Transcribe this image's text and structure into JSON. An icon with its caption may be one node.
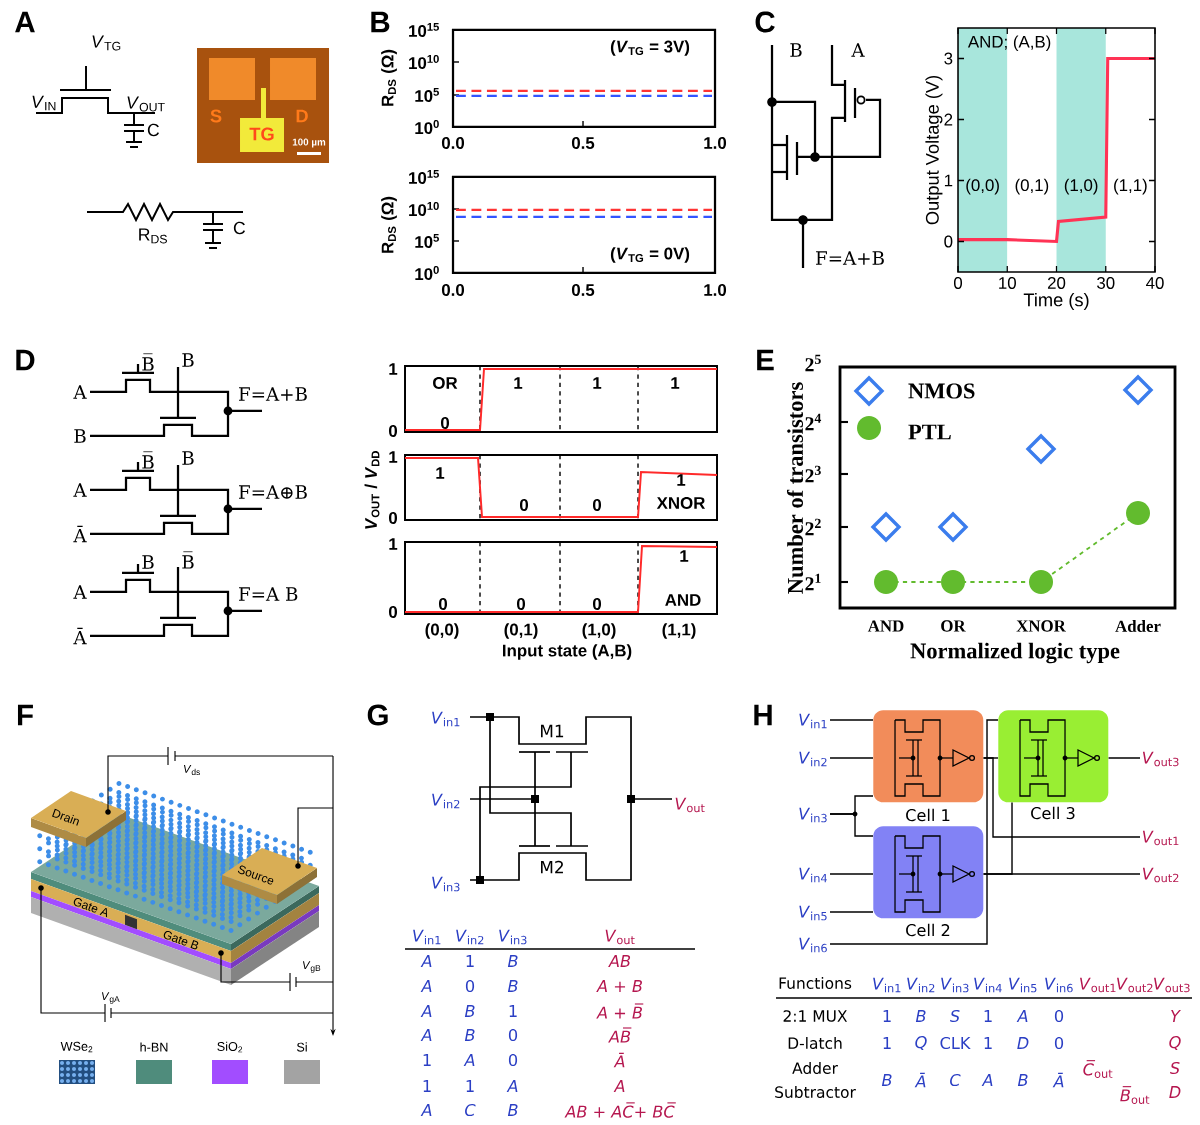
{
  "diagram": {
    "nodes": [
      {
        "text": [
          "Cell 1"
        ]
      },
      {
        "text": [
          "Cell 2"
        ]
      },
      {
        "text": [
          "Cell 3"
        ]
      },
      {
        "text": [
          "*V*$_{in1}$"
        ]
      },
      {
        "text": [
          "*V*$_{in2}$"
        ]
      },
      {
        "text": [
          "*V*$_{in3}$"
        ]
      },
      {
        "text": [
          "*V*$_{in4}$"
        ]
      },
      {
        "text": [
          "*V*$_{in5}$"
        ]
      },
      {
        "text": [
          "*V*$_{in6}$"
        ]
      },
      {
        "text": [
          "*V*$_{out3}$"
        ]
      },
      {
        "text": [
          "*V*$_{out1}$"
        ]
      },
      {
        "text": [
          "*V*$_{out2}$"
        ]
      }
    ],
    "edges": [
      {
        "from": 3,
        "to": 0,
        "arrow": "none"
      },
      {
        "from": 4,
        "to": 0,
        "arrow": "none"
      },
      {
        "from": 5,
        "to": 0,
        "arrow": "none"
      },
      {
        "from": 5,
        "to": 1,
        "arrow": "none"
      },
      {
        "from": 6,
        "to": 1,
        "arrow": "none"
      },
      {
        "from": 7,
        "to": 1,
        "arrow": "none"
      },
      {
        "from": 8,
        "to": 2,
        "arrow": "none"
      },
      {
        "from": 0,
        "to": 2,
        "arrow": "none"
      },
      {
        "from": 0,
        "to": 10,
        "arrow": "none"
      },
      {
        "from": 1,
        "to": 2,
        "arrow": "none"
      },
      {
        "from": 1,
        "to": 11,
        "arrow": "none"
      },
      {
        "from": 2,
        "to": 9,
        "arrow": "none"
      }
    ],
    "labels": [
      "A",
      "B",
      "C",
      "D",
      "E",
      "F",
      "G",
      "H",
      "*V*$_{TG}$",
      "*V*$_{IN}$",
      "*V*$_{OUT}$",
      "C",
      "S",
      "D",
      "TG",
      "100 µm",
      "R$_{DS}$",
      "C",
      "10$^{15}$",
      "10$^{10}$",
      "10$^{5}$",
      "10$^{0}$",
      "R$_{DS}$ (Ω)",
      "(*V*$_{TG}$ = 3V)",
      "0.0",
      "0.5",
      "1.0",
      "10$^{15}$",
      "10$^{10}$",
      "10$^{5}$",
      "10$^{0}$",
      "R$_{DS}$ (Ω)",
      "(*V*$_{TG}$ = 0V)",
      "0.0",
      "0.5",
      "1.0",
      "B",
      "A",
      "F=A+B",
      "B̅",
      "B",
      "A",
      "F=A+B",
      "B",
      "B̅",
      "B",
      "A",
      "F=A⊕B",
      "Ā",
      "B",
      "B̅",
      "A",
      "F=A B",
      "Ā",
      "1",
      "0",
      "OR",
      "0",
      "1",
      "1",
      "1",
      "1",
      "0",
      "1",
      "0",
      "0",
      "1",
      "XNOR",
      "1",
      "0",
      "0",
      "0",
      "0",
      "1",
      "AND",
      "(0,0)",
      "(0,1)",
      "(1,0)",
      "(1,1)",
      "Input state (A,B)",
      "*V*$_{OUT}$ / *V*$_{DD}$",
      "2$^{5}$",
      "2$^{4}$",
      "2$^{3}$",
      "2$^{2}$",
      "2$^{1}$",
      "Number of transistors",
      "AND",
      "OR",
      "XNOR",
      "Adder",
      "Normalized logic type",
      "*V*$_{ds}$",
      "Drain",
      "Source",
      "Gate A",
      "Gate B",
      "*V*$_{gB}$",
      "*V*$_{gA}$",
      "*V*$_{in1}$",
      "M1",
      "*V*$_{in2}$",
      "*V*$_{out}$",
      "*V*$_{in3}$",
      "M2",
      "*V*$_{in1}$",
      "*V*$_{in2}$",
      "*V*$_{in3}$",
      "*V*$_{out}$",
      "A",
      "1",
      "B",
      "AB",
      "A",
      "0",
      "B",
      "A + B",
      "A",
      "B",
      "1",
      "A + B̅",
      "A",
      "B",
      "0",
      "AB̅",
      "1",
      "A",
      "0",
      "Ā",
      "1",
      "1",
      "A",
      "A",
      "A",
      "C",
      "B",
      "AB + AC̅+ BC̅",
      "Functions",
      "*V*$_{in1}$",
      "*V*$_{in2}$",
      "*V*$_{in3}$",
      "*V*$_{in4}$",
      "*V*$_{in5}$",
      "*V*$_{in6}$",
      "*V*$_{out1}$",
      "*V*$_{out2}$",
      "*V*$_{out3}$",
      "2:1 MUX",
      "1",
      "B",
      "S",
      "1",
      "A",
      "0",
      "Y",
      "D-latch",
      "1",
      "Q",
      "CLK",
      "1",
      "D",
      "0",
      "Q",
      "Adder",
      "*C̅*$_{out}$",
      "S",
      "B",
      "Ā",
      "C",
      "A",
      "B",
      "Ā",
      "Subtractor",
      "*B̅*$_{out}$",
      "D"
    ],
    "legend": [
      {
        "text": "NMOS"
      },
      {
        "text": "PTL"
      },
      {
        "text": "WSe$_{2}$"
      },
      {
        "text": "h-BN",
        "color": "#4f8c7c"
      },
      {
        "text": "SiO$_{2}$",
        "color": "#a24dff"
      },
      {
        "text": "Si",
        "color": "#a3a3a3"
      }
    ],
    "chart_data": {
      "type": "line",
      "xlabel": "Time (s)",
      "ylabel": "Output Voltage (V)",
      "x": [
        0,
        10,
        20,
        20.4,
        30,
        30.4,
        40
      ],
      "series": [
        {
          "color": "#ff3355",
          "values": [
            0.03,
            0.03,
            0.0,
            0.33,
            0.4,
            3.0,
            3.0
          ]
        }
      ],
      "xlim": [
        0,
        40
      ],
      "ylim": [
        -0.5,
        3.5
      ],
      "xticks": [
        0,
        10,
        20,
        30,
        40
      ],
      "yticks": [
        0,
        1,
        2,
        3
      ],
      "bands": [
        {
          "axis": "x",
          "from": 0,
          "to": 10,
          "color": "#a8e6dc"
        },
        {
          "axis": "x",
          "from": 20,
          "to": 30,
          "color": "#a8e6dc"
        }
      ],
      "annotations": [
        "AND; (A,B)",
        "(0,0)",
        "(0,1)",
        "(1,0)",
        "(1,1)"
      ]
    }
  }
}
